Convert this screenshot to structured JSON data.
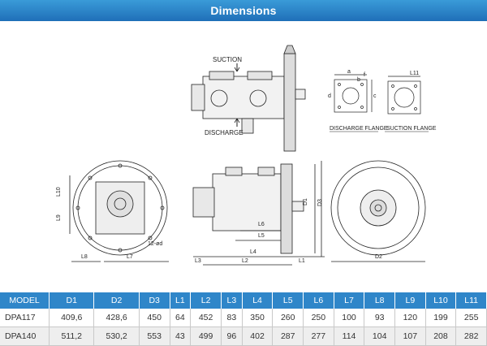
{
  "header": {
    "title": "Dimensions"
  },
  "drawing": {
    "labels": {
      "suction": "SUCTION",
      "discharge": "DISCHARGE",
      "discharge_flange": "DISCHARGE FLANGE",
      "suction_flange": "SUCTION FLANGE",
      "l10": "L10",
      "l9": "L9",
      "l8": "L8",
      "l7": "L7",
      "l11": "L11",
      "d1": "D1",
      "d2": "D2",
      "d3": "D3",
      "l1": "L1",
      "l2": "L2",
      "l3": "L3",
      "l4": "L4",
      "l5": "L5",
      "l6": "L6",
      "holes": "12-ød",
      "flange_a": "a",
      "flange_b": "b",
      "flange_c": "c",
      "flange_d": "d",
      "flange_f": "f"
    }
  },
  "table": {
    "headers": [
      "MODEL",
      "D1",
      "D2",
      "D3",
      "L1",
      "L2",
      "L3",
      "L4",
      "L5",
      "L6",
      "L7",
      "L8",
      "L9",
      "L10",
      "L11"
    ],
    "rows": [
      [
        "DPA117",
        "409,6",
        "428,6",
        "450",
        "64",
        "452",
        "83",
        "350",
        "260",
        "250",
        "100",
        "93",
        "120",
        "199",
        "255"
      ],
      [
        "DPA140",
        "511,2",
        "530,2",
        "553",
        "43",
        "499",
        "96",
        "402",
        "287",
        "277",
        "114",
        "104",
        "107",
        "208",
        "282"
      ]
    ]
  }
}
